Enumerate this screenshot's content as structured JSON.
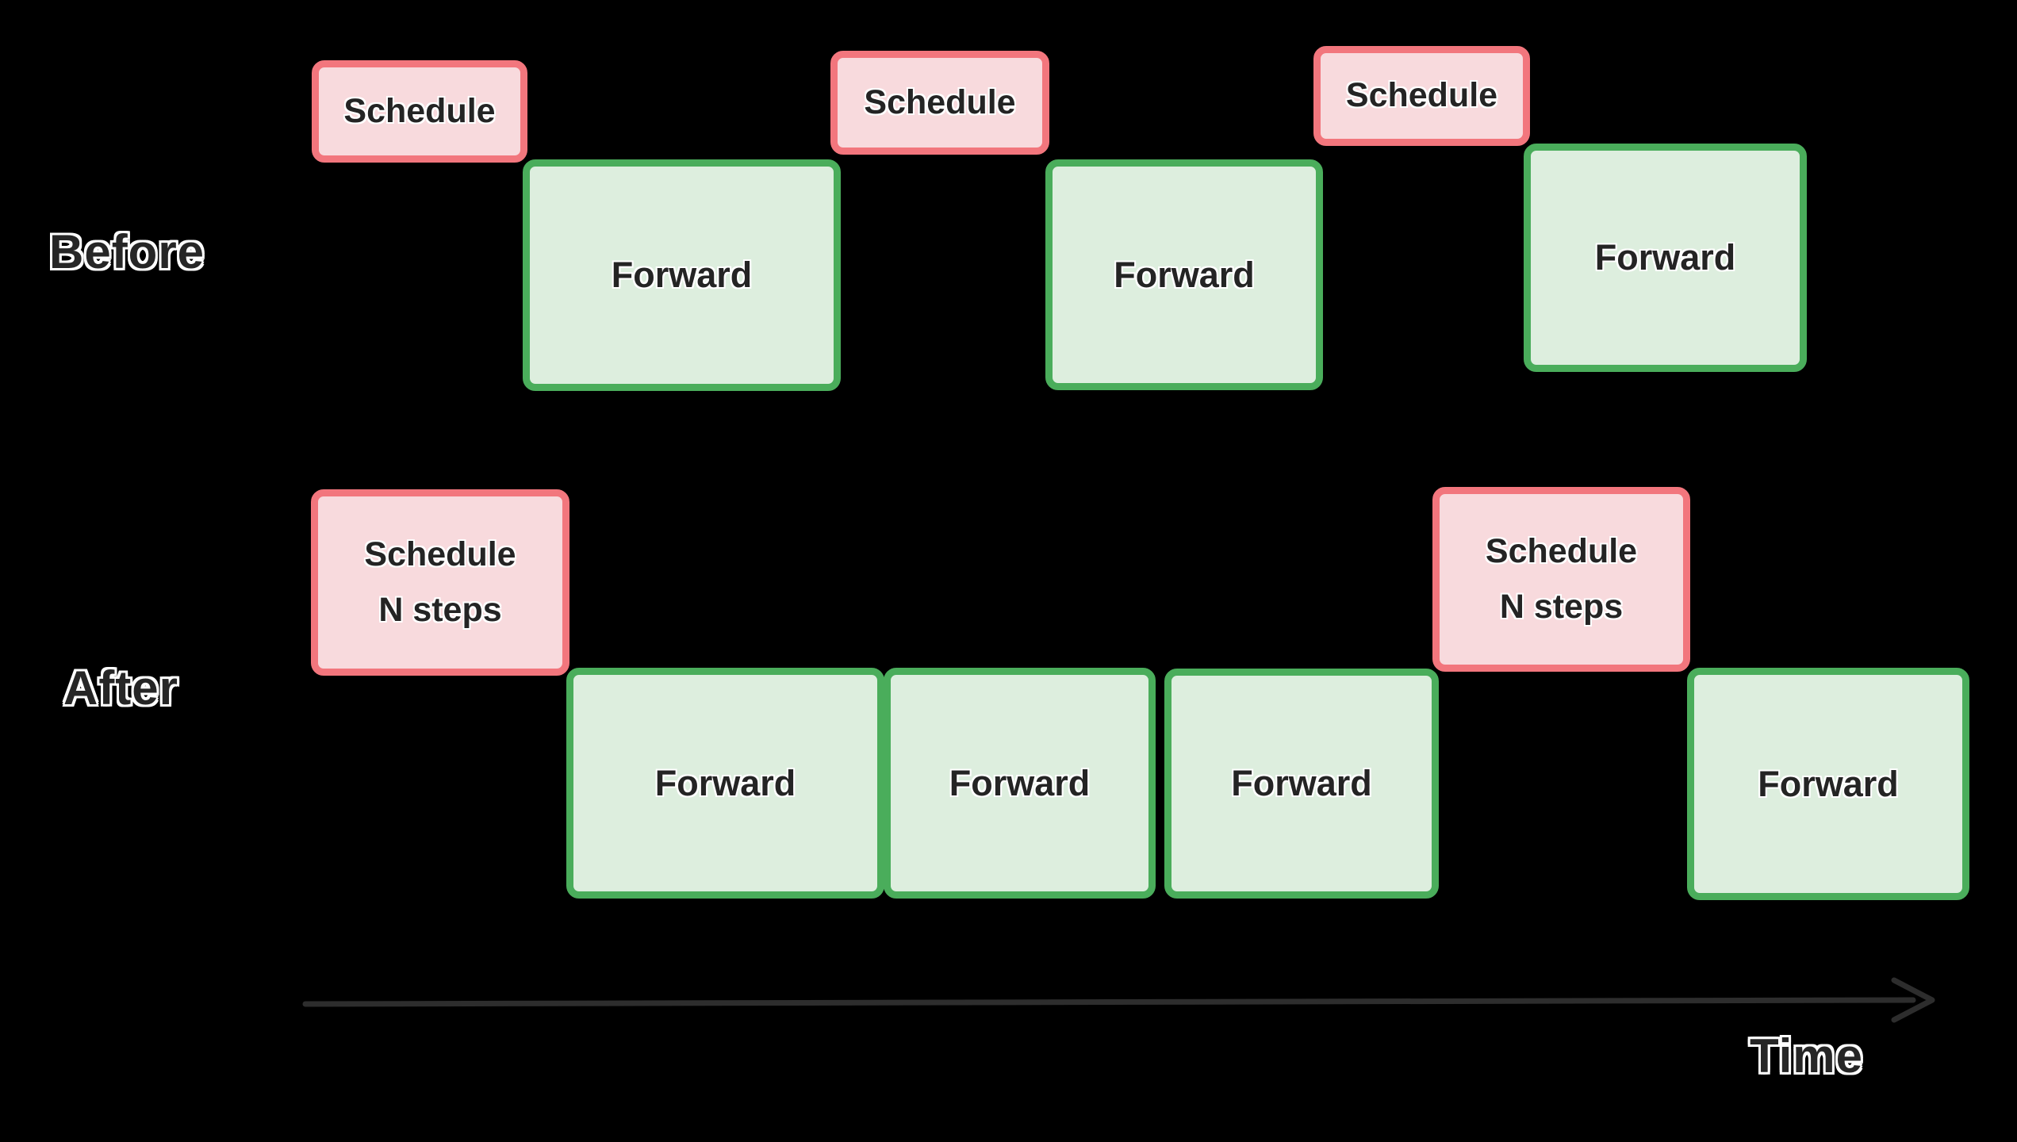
{
  "background": "#000000",
  "colors": {
    "background": "#000000",
    "schedule_border": "#f2767d",
    "schedule_fill": "#f8dadd",
    "forward_border": "#4aad5b",
    "forward_fill": "#ddeede",
    "label_text": "#262626",
    "block_text": "#242424",
    "axis_line": "#2d2d2d"
  },
  "before": {
    "label": "Before",
    "blocks": [
      {
        "kind": "schedule",
        "label": "Schedule"
      },
      {
        "kind": "forward",
        "label": "Forward"
      },
      {
        "kind": "schedule",
        "label": "Schedule"
      },
      {
        "kind": "forward",
        "label": "Forward"
      },
      {
        "kind": "schedule",
        "label": "Schedule"
      },
      {
        "kind": "forward",
        "label": "Forward"
      }
    ]
  },
  "after": {
    "label": "After",
    "blocks": [
      {
        "kind": "schedule",
        "line1": "Schedule",
        "line2": "N steps"
      },
      {
        "kind": "forward",
        "label": "Forward"
      },
      {
        "kind": "forward",
        "label": "Forward"
      },
      {
        "kind": "forward",
        "label": "Forward"
      },
      {
        "kind": "schedule",
        "line1": "Schedule",
        "line2": "N steps"
      },
      {
        "kind": "forward",
        "label": "Forward"
      }
    ]
  },
  "axis": {
    "label": "Time"
  }
}
